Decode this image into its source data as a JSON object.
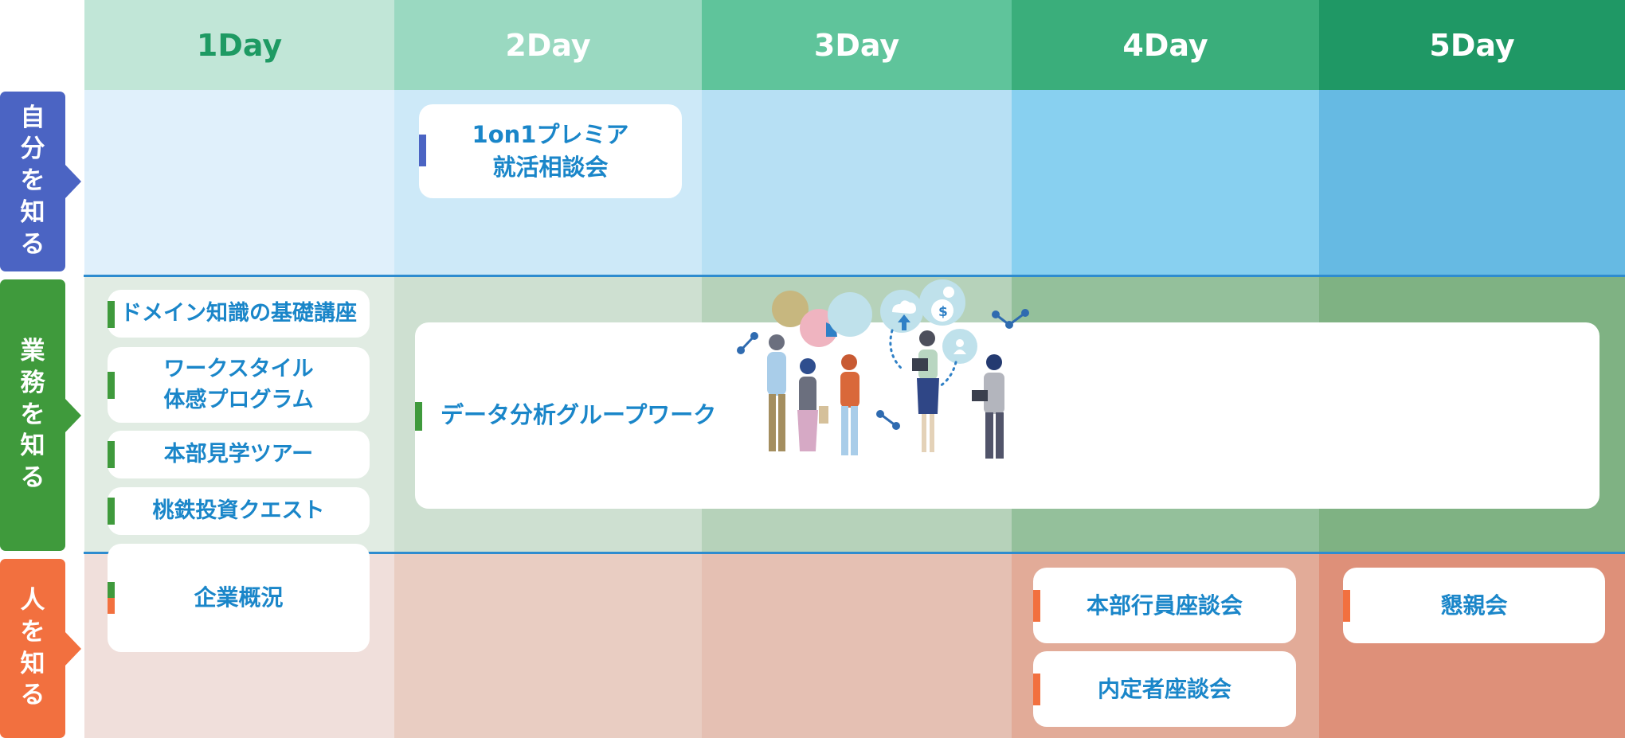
{
  "days": [
    "1Day",
    "2Day",
    "3Day",
    "4Day",
    "5Day"
  ],
  "rows": [
    {
      "label": "自分を知る",
      "color": "#4b64c3"
    },
    {
      "label": "業務を知る",
      "color": "#3f9a3c"
    },
    {
      "label": "人を知る",
      "color": "#f2703f"
    }
  ],
  "events": {
    "premier": "1on1プレミア\n就活相談会",
    "domain": "ドメイン知識の基礎講座",
    "workstyle": "ワークスタイル\n体感プログラム",
    "tour": "本部見学ツアー",
    "quest": "桃鉄投資クエスト",
    "overview": "企業概況",
    "data_work": "データ分析グループワーク",
    "staff_talk": "本部行員座談会",
    "naitei_talk": "内定者座談会",
    "party": "懇親会"
  },
  "colors": {
    "card_text": "#1a86c9",
    "self_mark": "#4b64c3",
    "work_mark": "#3f9a3c",
    "people_mark": "#f2703f",
    "separator": "#2e8ccf"
  }
}
